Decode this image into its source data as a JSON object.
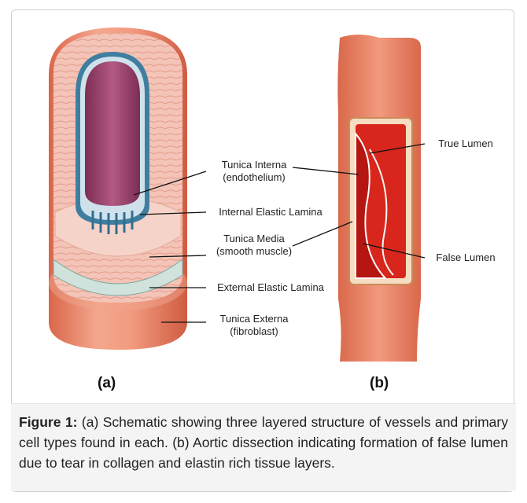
{
  "figure": {
    "panel_a": {
      "subfigure_label": "(a)",
      "labels": [
        {
          "key": "tunica_interna",
          "text": "Tunica Interna\n(endothelium)"
        },
        {
          "key": "internal_elastic_lamina",
          "text": "Internal Elastic Lamina"
        },
        {
          "key": "tunica_media",
          "text": "Tunica Media\n(smooth muscle)"
        },
        {
          "key": "external_elastic_lamina",
          "text": "External Elastic Lamina"
        },
        {
          "key": "tunica_externa",
          "text": "Tunica Externa\n(fibroblast)"
        }
      ]
    },
    "panel_b": {
      "subfigure_label": "(b)",
      "labels": [
        {
          "key": "true_lumen",
          "text": "True Lumen"
        },
        {
          "key": "false_lumen",
          "text": "False Lumen"
        }
      ]
    },
    "colors": {
      "externa": "#e98a6f",
      "media": "#f2c2b5",
      "lumen": "#9a3f6a",
      "elastic": "#3f7ea0",
      "blood": "#d8261c",
      "wall_b": "#ec8466"
    },
    "caption": {
      "prefix": "Figure 1:",
      "text": " (a) Schematic showing three layered structure of vessels and primary cell types found in each. (b) Aortic dissection indicating formation of false lumen due to tear in collagen and elastin rich tissue layers."
    }
  }
}
